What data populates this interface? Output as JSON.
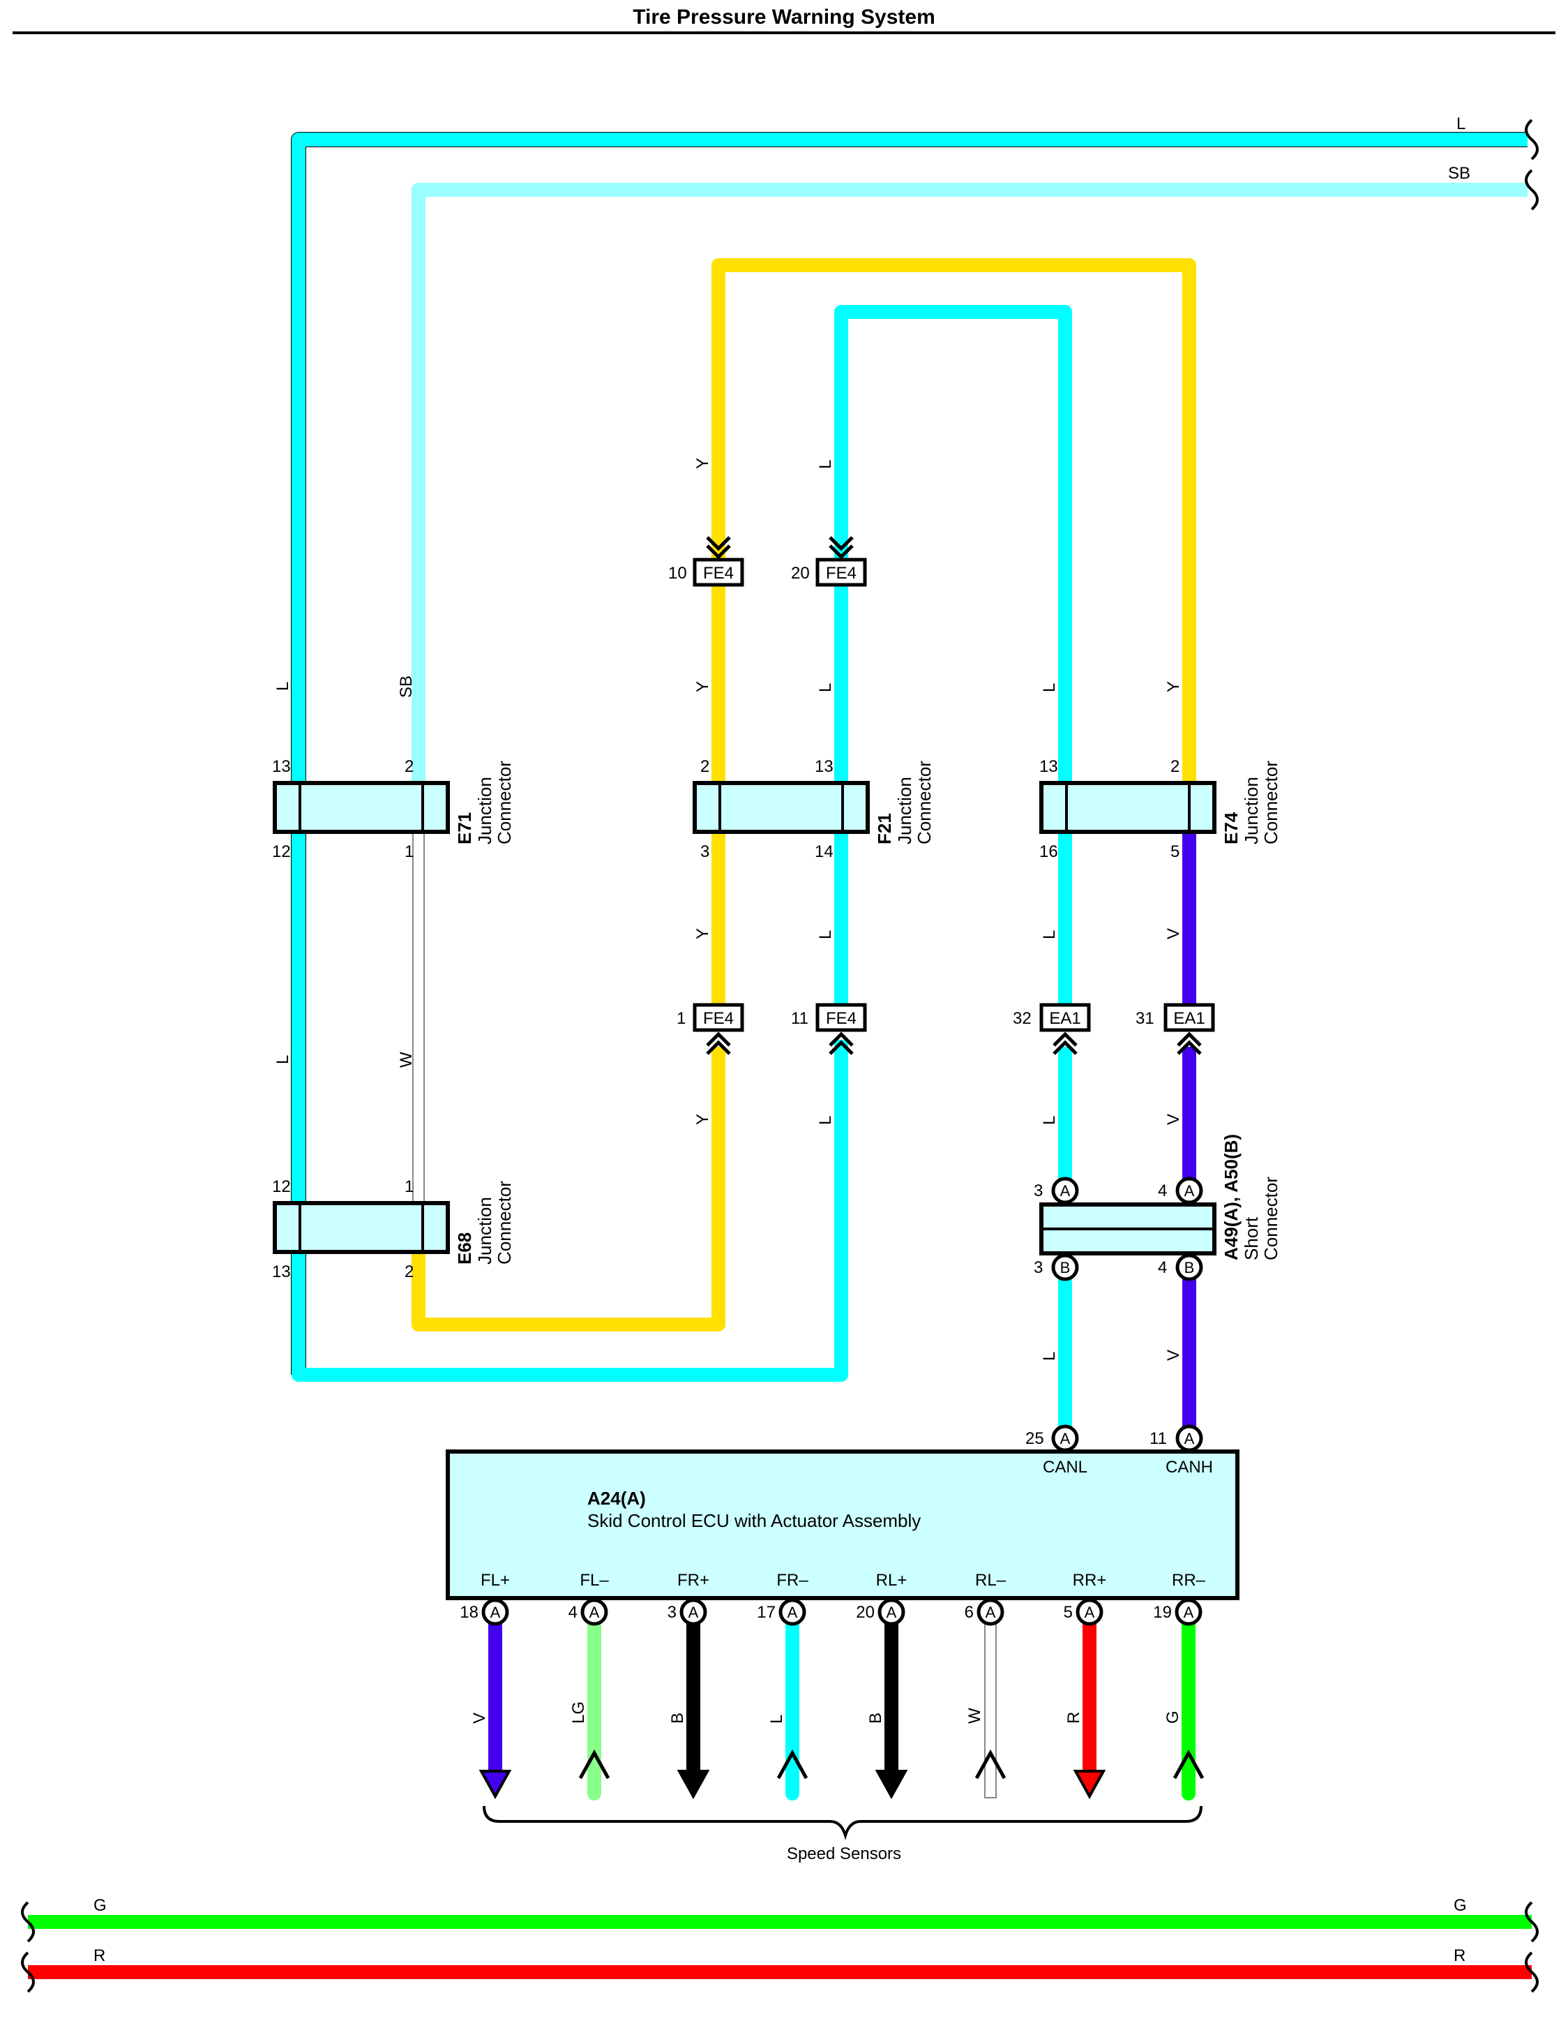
{
  "title": "Tire Pressure Warning System",
  "colors": {
    "L": "#00ffff",
    "SB": "#99ffff",
    "Y": "#ffe000",
    "V": "#4400ee",
    "W": "#ffffff",
    "LG": "#88ff88",
    "B": "#000000",
    "R": "#ff0000",
    "G": "#00ff00",
    "connector_fill": "#ccffff"
  },
  "top_wires": [
    {
      "code": "L"
    },
    {
      "code": "SB"
    }
  ],
  "bottom_wires": [
    {
      "code": "G",
      "left": "G",
      "right": "G"
    },
    {
      "code": "R",
      "left": "R",
      "right": "R"
    }
  ],
  "junction_connectors": [
    {
      "id": "E71",
      "line1": "Junction",
      "line2": "Connector",
      "pins_top": [
        "13",
        "2"
      ],
      "pins_bottom": [
        "12",
        "1"
      ]
    },
    {
      "id": "F21",
      "line1": "Junction",
      "line2": "Connector",
      "pins_top": [
        "2",
        "13"
      ],
      "pins_bottom": [
        "3",
        "14"
      ]
    },
    {
      "id": "E74",
      "line1": "Junction",
      "line2": "Connector",
      "pins_top": [
        "13",
        "2"
      ],
      "pins_bottom": [
        "16",
        "5"
      ]
    },
    {
      "id": "E68",
      "line1": "Junction",
      "line2": "Connector",
      "pins_top": [
        "12",
        "1"
      ],
      "pins_bottom": [
        "13",
        "2"
      ]
    }
  ],
  "short_connector": {
    "id": "A49(A), A50(B)",
    "line1": "Short",
    "line2": "Connector",
    "pins_top": [
      {
        "pin": "3",
        "letter": "A"
      },
      {
        "pin": "4",
        "letter": "A"
      }
    ],
    "pins_bottom": [
      {
        "pin": "3",
        "letter": "B"
      },
      {
        "pin": "4",
        "letter": "B"
      }
    ]
  },
  "inline_connectors": [
    {
      "name": "FE4",
      "pin": "10"
    },
    {
      "name": "FE4",
      "pin": "20"
    },
    {
      "name": "FE4",
      "pin": "1"
    },
    {
      "name": "FE4",
      "pin": "11"
    },
    {
      "name": "EA1",
      "pin": "32"
    },
    {
      "name": "EA1",
      "pin": "31"
    }
  ],
  "wire_labels": {
    "col_L_upper": "L",
    "col_SB": "SB",
    "col_L_lower": "L",
    "col_W": "W",
    "y_top": "Y",
    "l_top": "L",
    "y_mid": "Y",
    "l_mid": "L",
    "y_mid2": "Y",
    "l_mid2": "L",
    "y_low": "Y",
    "l_low": "L",
    "canl_1": "L",
    "canh_1": "Y",
    "canl_2": "L",
    "canh_2": "V",
    "canl_3": "L",
    "canh_3": "V",
    "canl_4": "L",
    "canh_4": "V"
  },
  "ecu": {
    "id": "A24(A)",
    "name": "Skid Control ECU with Actuator Assembly",
    "top_terminals": [
      {
        "pin": "25",
        "letter": "A",
        "label": "CANL"
      },
      {
        "pin": "11",
        "letter": "A",
        "label": "CANH"
      }
    ],
    "bottom_terminals": [
      {
        "pin": "18",
        "letter": "A",
        "label": "FL+",
        "wire": "V"
      },
      {
        "pin": "4",
        "letter": "A",
        "label": "FL–",
        "wire": "LG"
      },
      {
        "pin": "3",
        "letter": "A",
        "label": "FR+",
        "wire": "B"
      },
      {
        "pin": "17",
        "letter": "A",
        "label": "FR–",
        "wire": "L"
      },
      {
        "pin": "20",
        "letter": "A",
        "label": "RL+",
        "wire": "B"
      },
      {
        "pin": "6",
        "letter": "A",
        "label": "RL–",
        "wire": "W"
      },
      {
        "pin": "5",
        "letter": "A",
        "label": "RR+",
        "wire": "R"
      },
      {
        "pin": "19",
        "letter": "A",
        "label": "RR–",
        "wire": "G"
      }
    ]
  },
  "speed_sensors_label": "Speed Sensors"
}
